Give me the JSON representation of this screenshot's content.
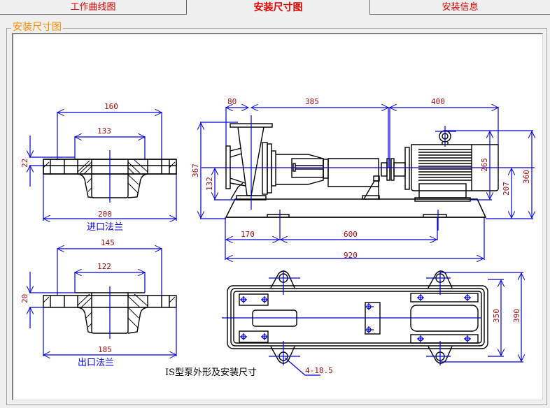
{
  "tabs": [
    {
      "label": "工作曲线图",
      "active": false
    },
    {
      "label": "安装尺寸图",
      "active": true
    },
    {
      "label": "安装信息",
      "active": false
    }
  ],
  "group": {
    "title": "安装尺寸图"
  },
  "colors": {
    "tab_text": "#e00000",
    "group_title": "#ff8c00",
    "dimension_line": "#0000d0",
    "dimension_text": "#a01010",
    "outline": "#000000"
  },
  "drawing": {
    "inlet_flange": {
      "label": "进口法兰",
      "dims": {
        "bolt_circle": "160",
        "raised_face": "133",
        "outer_diameter": "200",
        "thickness": "22"
      }
    },
    "outlet_flange": {
      "label": "出口法兰",
      "dims": {
        "bolt_circle": "145",
        "raised_face": "122",
        "outer_diameter": "185",
        "thickness": "20"
      }
    },
    "side_view": {
      "dims": {
        "inlet_offset": "80",
        "pump_length": "385",
        "motor_length": "400",
        "overall_height": "367",
        "shaft_height_pump": "132",
        "motor_height": "265",
        "shaft_height_motor": "207",
        "motor_top_height": "360"
      }
    },
    "base_dims": {
      "first_bolt": "170",
      "bolt_spacing": "600",
      "overall_length": "920"
    },
    "plan_view": {
      "dims": {
        "bolt_span_inner": "350",
        "bolt_span_outer": "390",
        "bolt_holes": "4-18.5"
      }
    },
    "caption": "IS型泵外形及安装尺寸"
  }
}
